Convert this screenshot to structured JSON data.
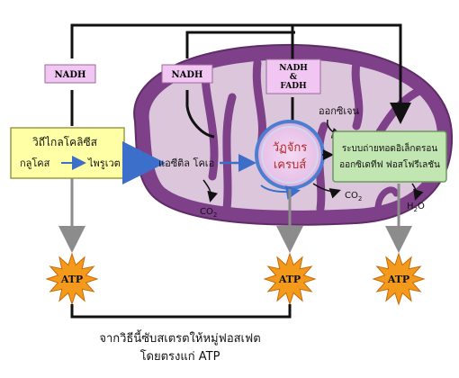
{
  "nadh_labels": [
    "NADH",
    "NADH"
  ],
  "nadh_fadh_label": {
    "line1": "NADH",
    "line2": "&",
    "line3": "FADH"
  },
  "glycolysis": {
    "title": "วิถีไกลโคลิซีส",
    "glucose": "กลูโคส",
    "pyruvate": "ไพรูเวต"
  },
  "acetyl_coa": "แอซีติล โคเอ",
  "krebs": {
    "line1": "วัฏจักร",
    "line2": "เครบส์"
  },
  "oxygen": "ออกซิเจน",
  "etc": {
    "line1": "ระบบถ่ายทอดอิเล็กตรอน",
    "line2": "ออกซิเดทีฟ ฟอสโฟรีเลชัน"
  },
  "co2_left": {
    "main": "CO",
    "sub": "2"
  },
  "co2_right": {
    "main": "CO",
    "sub": "2"
  },
  "water": {
    "h": "H",
    "sub": "2",
    "o": "O"
  },
  "atp_labels": [
    "ATP",
    "ATP",
    "ATP"
  ],
  "caption": {
    "line1": "จากวิธีนี้ซับสเตรตให้หมู่ฟอสเฟต",
    "line2": "โดยตรงแก่ ATP"
  },
  "colors": {
    "mito_outer": "#7e4088",
    "mito_fill": "#dcc6dc",
    "nadh_box": "#f2c6f2",
    "glycolysis_box": "#ffffa6",
    "etc_box": "#c2e6b2",
    "atp_star": "#f39a1c",
    "arrow_gray": "#8c8c8c"
  }
}
